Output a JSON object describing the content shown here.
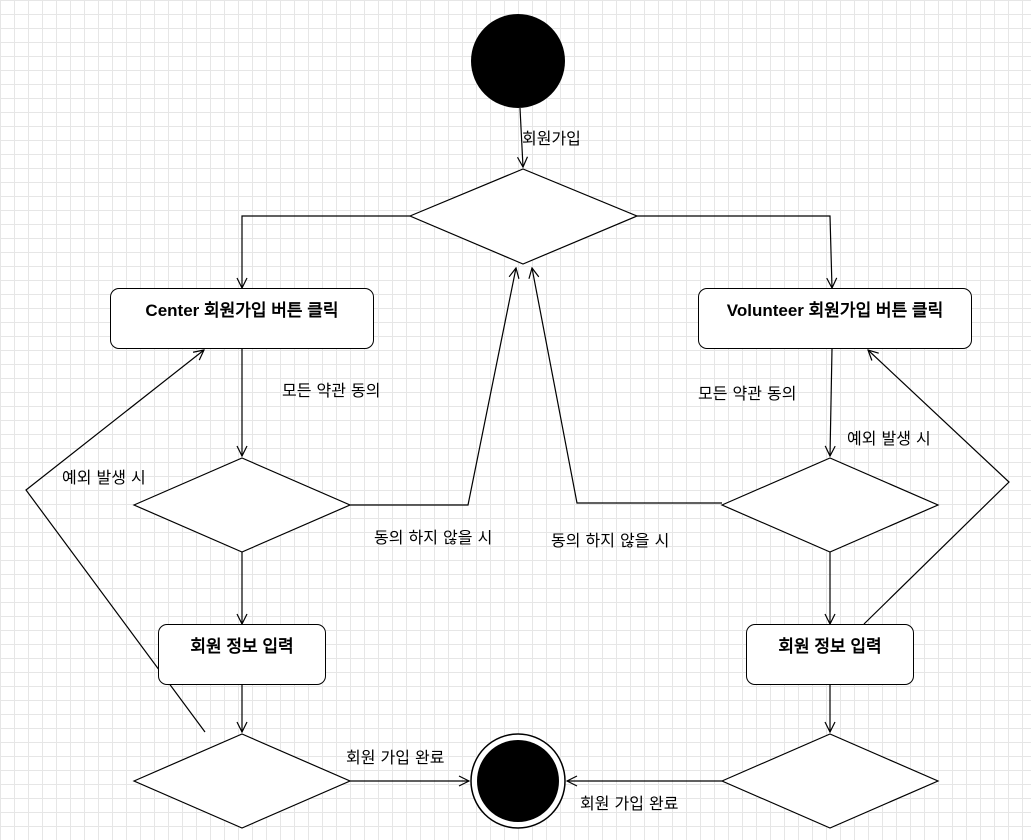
{
  "actions": {
    "center_signup": "Center 회원가입 버튼 클릭",
    "volunteer_signup": "Volunteer 회원가입 버튼 클릭",
    "center_info": "회원 정보 입력",
    "volunteer_info": "회원 정보 입력"
  },
  "edges": {
    "signup": "회원가입",
    "center_agree": "모든 약관 동의",
    "volunteer_agree": "모든 약관 동의",
    "center_exception": "예외 발생 시",
    "volunteer_exception": "예외 발생 시",
    "center_disagree": "동의 하지 않을 시",
    "volunteer_disagree": "동의 하지 않을 시",
    "center_complete": "회원 가입 완료",
    "volunteer_complete": "회원 가입 완료"
  }
}
